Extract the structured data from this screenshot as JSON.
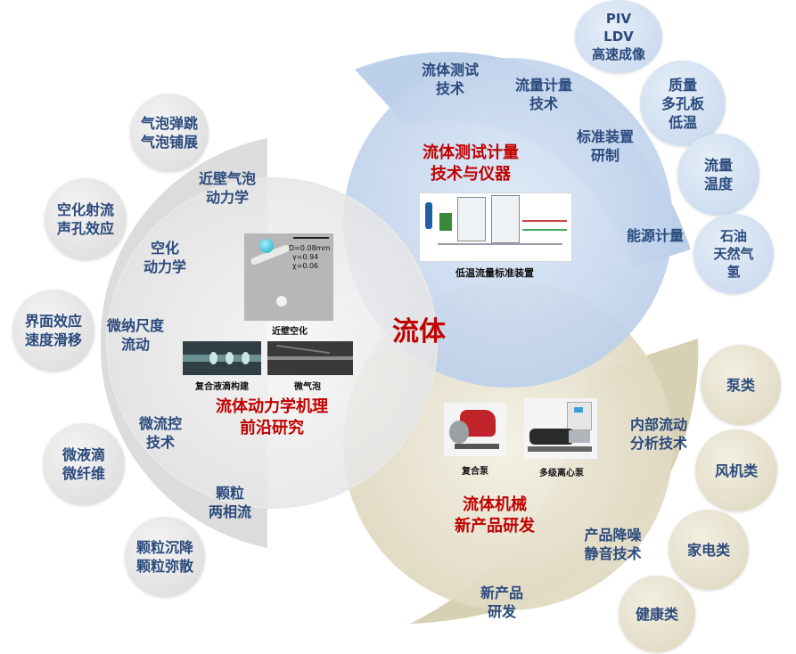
{
  "center": {
    "label": "流体"
  },
  "sections": {
    "dynamics": {
      "title": "流体动力学机理\n前沿研究",
      "arc_items": [
        "近壁气泡\n动力学",
        "空化\n动力学",
        "微纳尺度\n流动",
        "微流控\n技术",
        "颗粒\n两相流"
      ],
      "bubbles": [
        "气泡弹跳\n气泡铺展",
        "空化射流\n声孔效应",
        "界面效应\n速度滑移",
        "微液滴\n微纤维",
        "颗粒沉降\n颗粒弥散"
      ],
      "captions": {
        "cavitation": "近壁空化",
        "droplet": "复合液滴构建",
        "microbubble": "微气泡"
      },
      "inset": {
        "d": "D=0.08mm",
        "gamma": "γ=0.94",
        "chi": "χ=0.06"
      }
    },
    "measurement": {
      "title": "流体测试计量\n技术与仪器",
      "arc_items": [
        "流体测试\n技术",
        "流量计量\n技术",
        "标准装置\n研制",
        "能源计量"
      ],
      "bubbles": [
        "PIV\nLDV\n高速成像",
        "质量\n多孔板\n低温",
        "流量\n温度",
        "石油\n天然气\n氢"
      ],
      "caption": "低温流量标准装置"
    },
    "machinery": {
      "title": "流体机械\n新产品研发",
      "arc_items": [
        "内部流动\n分析技术",
        "产品降噪\n静音技术",
        "新产品\n研发"
      ],
      "bubbles": [
        "泵类",
        "风机类",
        "家电类",
        "健康类"
      ],
      "captions": {
        "pump1": "复合泵",
        "pump2": "多级离心泵"
      }
    }
  },
  "colors": {
    "gray_arc": "#d9d9d9",
    "blue_arc": "#bdd0ea",
    "tan_arc": "#d8d0b2",
    "title_red": "#c00000",
    "text_blue": "#2b4a7c"
  }
}
